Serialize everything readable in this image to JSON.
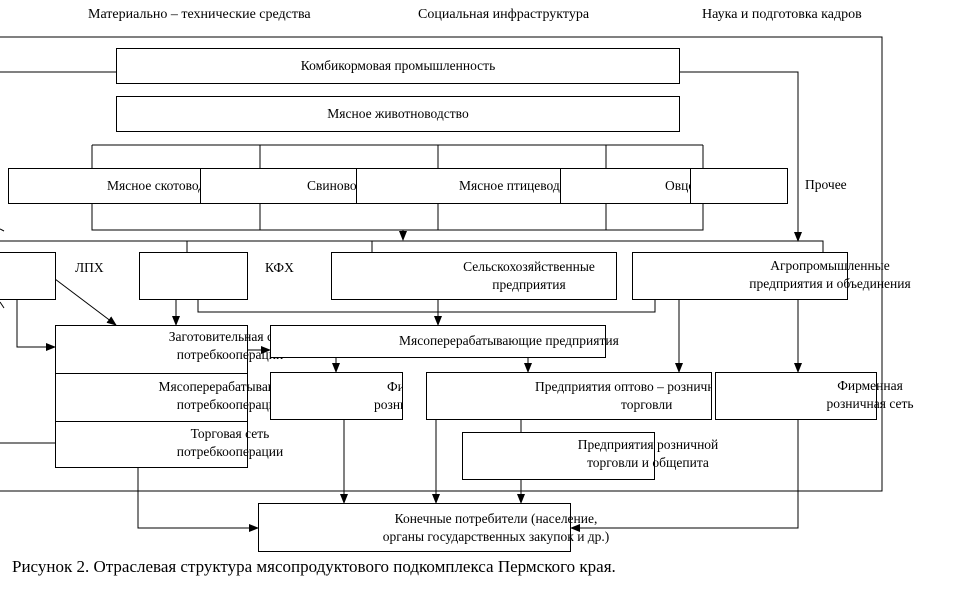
{
  "diagram": {
    "header": {
      "left": "Материально – технические средства",
      "center": "Социальная инфраструктура",
      "right": "Наука и подготовка кадров"
    },
    "feed_industry": "Комбикормовая промышленность",
    "meat_livestock": "Мясное животноводство",
    "branches": {
      "cattle": "Мясное скотоводство",
      "pig": "Свиноводство",
      "poultry": "Мясное птицеводство",
      "sheep": "Овцеводство",
      "other": "Прочее"
    },
    "producers": {
      "lph": "ЛПХ",
      "kfh": "КФХ",
      "agri_line1": "Сельскохозяйственные",
      "agri_line2": "предприятия",
      "agroind_line1": "Агропромышленные",
      "agroind_line2": "предприятия и объединения"
    },
    "processing": {
      "procurement_line1": "Заготовительная сеть",
      "procurement_line2": "потребкооперации",
      "meat_processing_coop_line1": "Мясоперерабатывающие",
      "meat_processing_coop_line2": "потребкооперации",
      "trade_coop_line1": "Торговая сеть",
      "trade_coop_line2": "потребкооперации",
      "meat_processing": "Мясоперерабатывающие предприятия"
    },
    "trade": {
      "brand_retail_mid_line1": "Фирменная",
      "brand_retail_mid_line2": "розничная сеть",
      "wholesale_line1": "Предприятия оптово – розничной",
      "wholesale_line2": "торговли",
      "brand_retail_right_line1": "Фирменная",
      "brand_retail_right_line2": "розничная сеть",
      "retail_line1": "Предприятия розничной",
      "retail_line2": "торговли и общепита"
    },
    "consumers_line1": "Конечные потребители (население,",
    "consumers_line2": "органы государственных закупок и др.)",
    "caption": "Рисунок 2. Отраслевая структура мясопродуктового подкомплекса Пермского края."
  }
}
